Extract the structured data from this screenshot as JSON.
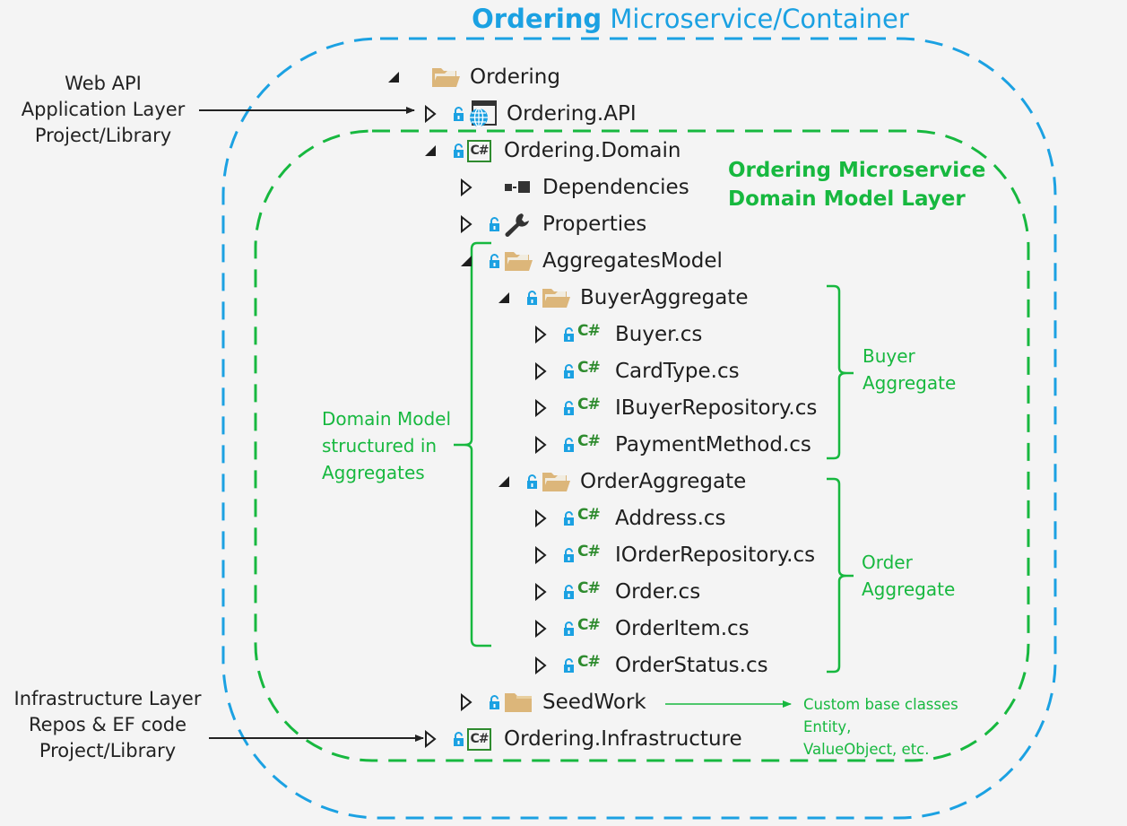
{
  "title": {
    "bold": "Ordering",
    "rest": " Microservice/Container"
  },
  "colors": {
    "blue": "#1ba1e2",
    "green": "#17b83f",
    "csharp": "#2e8b2e",
    "folder": "#dcb67a"
  },
  "left_notes": {
    "web_api": [
      "Web API",
      "Application Layer",
      "Project/Library"
    ],
    "infrastructure": [
      "Infrastructure Layer",
      "Repos & EF code",
      "Project/Library"
    ]
  },
  "domain_layer_title": [
    "Ordering Microservice",
    "Domain Model Layer"
  ],
  "brace_labels": {
    "domain_model": [
      "Domain Model",
      "structured in",
      "Aggregates"
    ],
    "buyer": [
      "Buyer",
      "Aggregate"
    ],
    "order": [
      "Order",
      "Aggregate"
    ]
  },
  "seedwork_note": [
    "Custom base classes",
    "Entity,",
    "ValueObject, etc."
  ],
  "tree": [
    {
      "label": "Ordering",
      "icon": "folder-open-icon",
      "expanded": true,
      "locked": false
    },
    {
      "label": "Ordering.API",
      "icon": "web-project-icon",
      "expanded": false,
      "locked": true
    },
    {
      "label": "Ordering.Domain",
      "icon": "csharp-project-icon",
      "expanded": true,
      "locked": true
    },
    {
      "label": "Dependencies",
      "icon": "dependencies-icon",
      "expanded": false,
      "locked": false
    },
    {
      "label": "Properties",
      "icon": "wrench-icon",
      "expanded": false,
      "locked": true
    },
    {
      "label": "AggregatesModel",
      "icon": "folder-open-icon",
      "expanded": true,
      "locked": true
    },
    {
      "label": "BuyerAggregate",
      "icon": "folder-open-icon",
      "expanded": true,
      "locked": true
    },
    {
      "label": "Buyer.cs",
      "icon": "csharp-file-icon",
      "expanded": false,
      "locked": true
    },
    {
      "label": "CardType.cs",
      "icon": "csharp-file-icon",
      "expanded": false,
      "locked": true
    },
    {
      "label": "IBuyerRepository.cs",
      "icon": "csharp-file-icon",
      "expanded": false,
      "locked": true
    },
    {
      "label": "PaymentMethod.cs",
      "icon": "csharp-file-icon",
      "expanded": false,
      "locked": true
    },
    {
      "label": "OrderAggregate",
      "icon": "folder-open-icon",
      "expanded": true,
      "locked": true
    },
    {
      "label": "Address.cs",
      "icon": "csharp-file-icon",
      "expanded": false,
      "locked": true
    },
    {
      "label": "IOrderRepository.cs",
      "icon": "csharp-file-icon",
      "expanded": false,
      "locked": true
    },
    {
      "label": "Order.cs",
      "icon": "csharp-file-icon",
      "expanded": false,
      "locked": true
    },
    {
      "label": "OrderItem.cs",
      "icon": "csharp-file-icon",
      "expanded": false,
      "locked": true
    },
    {
      "label": "OrderStatus.cs",
      "icon": "csharp-file-icon",
      "expanded": false,
      "locked": true
    },
    {
      "label": "SeedWork",
      "icon": "folder-closed-icon",
      "expanded": false,
      "locked": true
    },
    {
      "label": "Ordering.Infrastructure",
      "icon": "csharp-project-icon",
      "expanded": false,
      "locked": true
    }
  ],
  "cs_text": "C#"
}
